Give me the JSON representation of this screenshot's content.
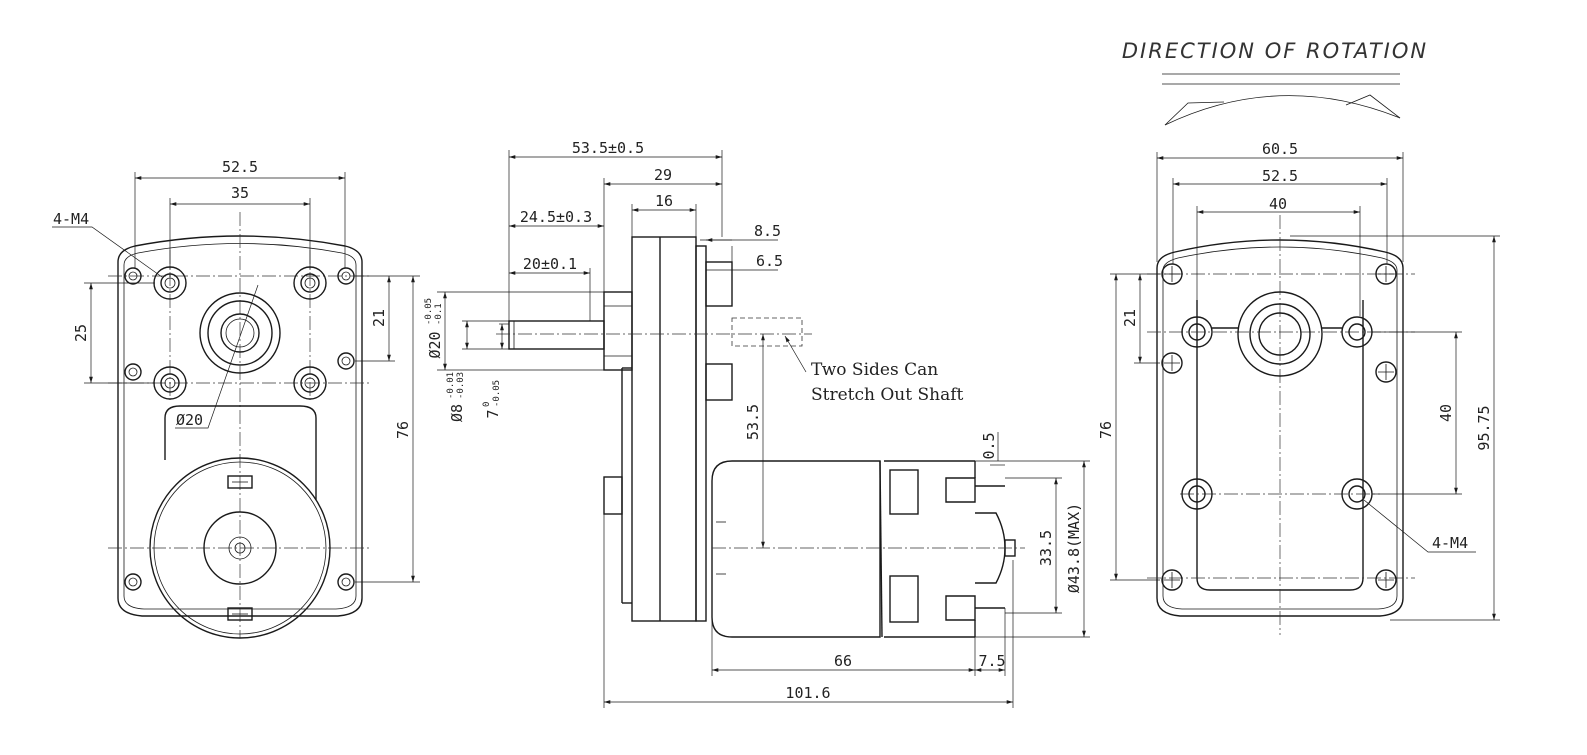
{
  "title": "DIRECTION OF ROTATION",
  "note": {
    "line1": "Two Sides Can",
    "line2": "Stretch Out Shaft"
  },
  "front_view": {
    "width_overall": "52.5",
    "hole_spacing": "35",
    "thread_callout": "4-M4",
    "height_25": "25",
    "height_21": "21",
    "height_76": "76",
    "output_dia": "Ø20"
  },
  "side_view": {
    "overall_53": "53.5±0.5",
    "dim_29": "29",
    "dim_16": "16",
    "dim_24": "24.5±0.3",
    "dim_20": "20±0.1",
    "dim_8_5": "8.5",
    "dim_6_5": "6.5",
    "boss_dia": "Ø20",
    "boss_tol_top": "-0.05",
    "boss_tol_bot": "-0.1",
    "shaft_dia": "Ø8",
    "shaft_tol_top": "-0.01",
    "shaft_tol_bot": "-0.03",
    "flat": "7",
    "flat_tol_top": "0",
    "flat_tol_bot": "-0.05",
    "dim_53_5": "53.5",
    "dim_0_5": "0.5",
    "dim_33_5": "33.5",
    "motor_dia": "Ø43.8(MAX)",
    "dim_66": "66",
    "dim_7_5": "7.5",
    "overall_101": "101.6"
  },
  "rear_view": {
    "width_60": "60.5",
    "width_52": "52.5",
    "width_40": "40",
    "height_21": "21",
    "height_76": "76",
    "height_40": "40",
    "height_95": "95.75",
    "thread_callout": "4-M4"
  }
}
